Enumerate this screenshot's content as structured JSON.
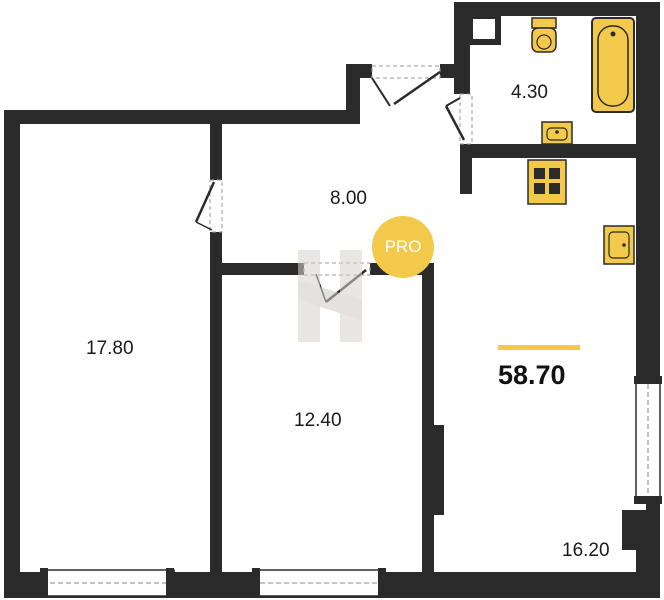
{
  "colors": {
    "wall": "#2b2b2b",
    "fixture": "#f3c94b",
    "accent": "#f3c94b",
    "watermark": "#d8d3cf"
  },
  "rooms": [
    {
      "id": "bedroom-left",
      "area": "17.80"
    },
    {
      "id": "bathroom",
      "area": "4.30"
    },
    {
      "id": "hallway",
      "area": "8.00"
    },
    {
      "id": "bedroom-middle",
      "area": "12.40"
    },
    {
      "id": "kitchen-living",
      "area": "16.20"
    }
  ],
  "total_area": "58.70",
  "badge": {
    "text": "PRO",
    "watermark_letter": "H"
  }
}
